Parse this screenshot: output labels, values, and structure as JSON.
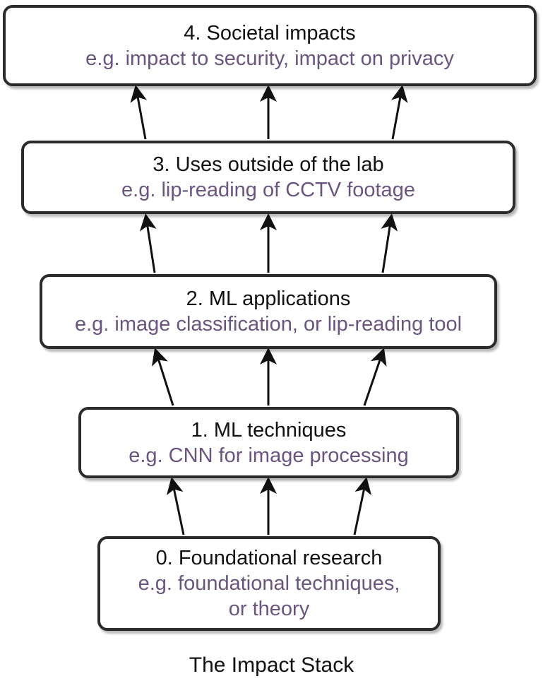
{
  "layers": [
    {
      "title": "4. Societal impacts",
      "example": "e.g. impact to security, impact on privacy"
    },
    {
      "title": "3. Uses outside of the lab",
      "example": "e.g. lip-reading of CCTV footage"
    },
    {
      "title": "2. ML applications",
      "example": "e.g. image classification, or lip-reading tool"
    },
    {
      "title": "1. ML techniques",
      "example": "e.g. CNN for image processing"
    },
    {
      "title": "0. Foundational research",
      "example": "e.g. foundational techniques,",
      "example_line2": "or theory"
    }
  ],
  "caption": "The Impact Stack",
  "colors": {
    "title_text": "#111111",
    "example_text": "#6a5480",
    "border": "#2b2b2b",
    "arrow": "#111111"
  }
}
